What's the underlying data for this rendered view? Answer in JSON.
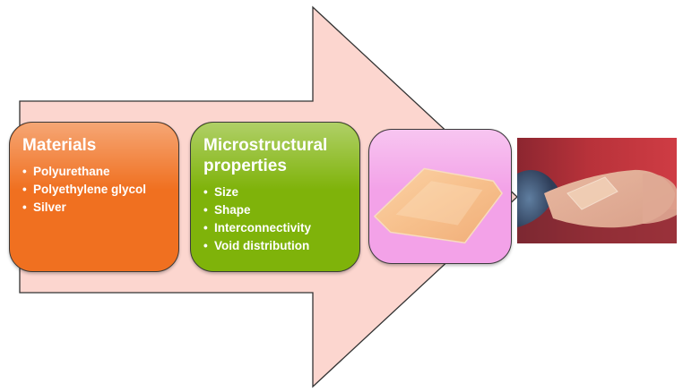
{
  "materials": {
    "title": "Materials",
    "items": [
      "Polyurethane",
      "Polyethylene glycol",
      "Silver"
    ]
  },
  "microstructure": {
    "title_line1": "Microstructural",
    "title_line2": "properties",
    "items": [
      "Size",
      "Shape",
      "Interconnectivity",
      "Void distribution"
    ]
  },
  "photos": {
    "dressing_sample": "wound-dressing-sample-photo",
    "dressing_on_hand": "dressing-on-hand-photo"
  },
  "colors": {
    "arrow_fill": "#fcd6cf",
    "arrow_stroke": "#333333",
    "materials_fill": "#f07020",
    "microstructure_fill": "#7fb30a",
    "photo_box_fill": "#f3a2e8",
    "text": "#ffffff"
  }
}
